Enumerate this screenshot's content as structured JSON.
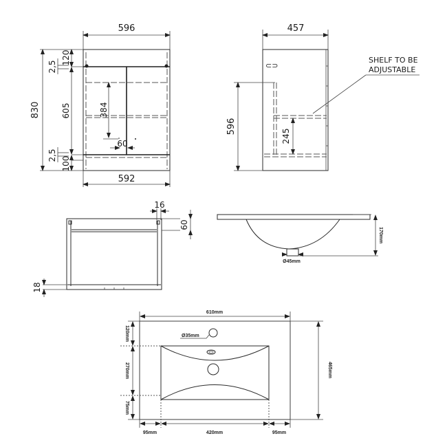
{
  "front_view": {
    "overall_width": "596",
    "inner_width": "592",
    "overall_height": "830",
    "top_rail": "120",
    "gap_top": "2,5",
    "door_height": "605",
    "gap_bottom": "2,5",
    "plinth": "100",
    "shelf_height": "384",
    "handle_offset": "60"
  },
  "side_view": {
    "depth": "457",
    "carcass_height": "596",
    "shelf_gap": "245",
    "note_line1": "SHELF TO BE",
    "note_line2": "ADJUSTABLE"
  },
  "top_view": {
    "panel_thickness": "16",
    "rail_depth": "60",
    "base_thickness": "18"
  },
  "basin_section": {
    "height": "170mm",
    "waste_diameter": "Ø45mm"
  },
  "basin_plan": {
    "width": "610mm",
    "depth": "465mm",
    "rear_margin": "120mm",
    "bowl_depth": "270mm",
    "front_margin": "75mm",
    "left_margin": "95mm",
    "bowl_width": "420mm",
    "right_margin": "95mm",
    "tap_hole": "Ø35mm"
  }
}
